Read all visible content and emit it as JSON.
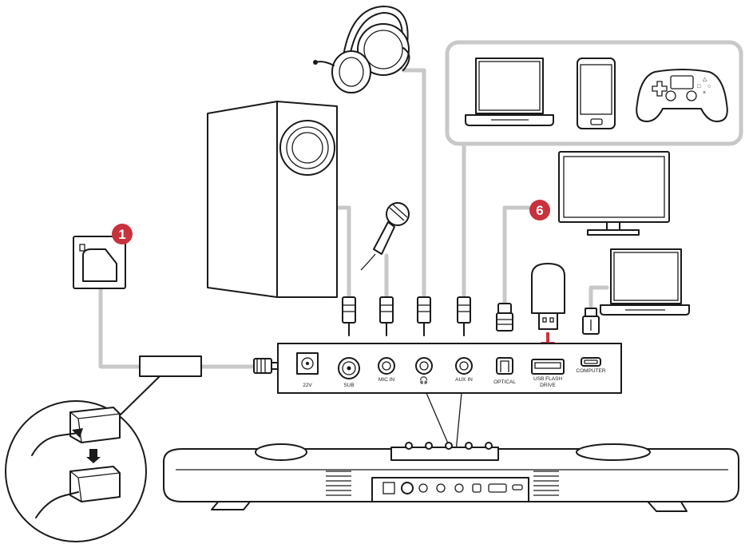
{
  "ports": {
    "power": "22V",
    "sub": "SUB",
    "mic": "MIC IN",
    "aux": "AUX IN",
    "optical": "OPTICAL",
    "usb_line1": "USB FLASH",
    "usb_line2": "DRIVE",
    "computer": "COMPUTER"
  },
  "badges": {
    "power_step": "1",
    "tv_step": "6"
  },
  "colors": {
    "badge": "#c8323c",
    "cable": "#c8c8c8",
    "arrow": "#d0313a",
    "ink": "#1a1a1a"
  },
  "icons": [
    "wall-outlet-icon",
    "subwoofer-icon",
    "headphones-icon",
    "microphone-icon",
    "laptop-icon",
    "smartphone-icon",
    "gamepad-icon",
    "tv-icon",
    "usb-flash-drive-icon",
    "power-adapter-icon",
    "soundbar-icon"
  ]
}
